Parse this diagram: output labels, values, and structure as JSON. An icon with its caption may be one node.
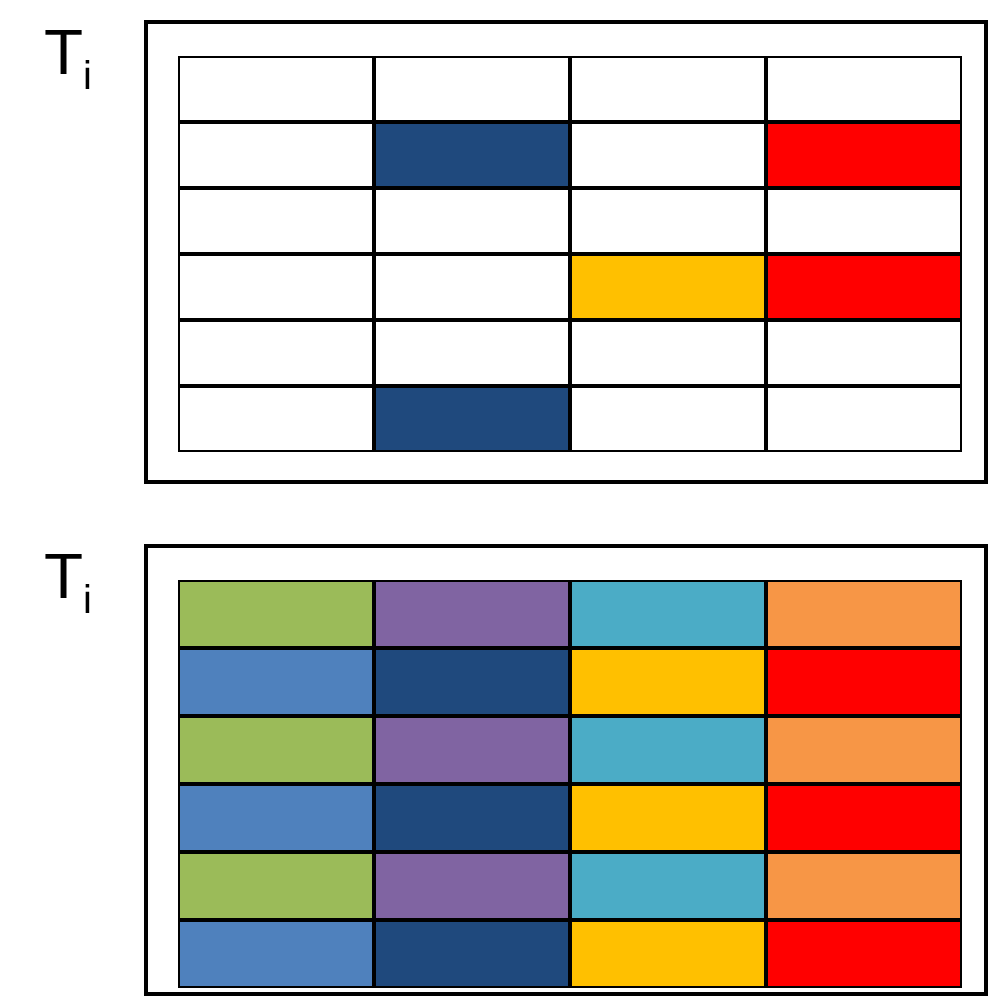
{
  "diagram": {
    "nodes": [
      {
        "text": [
          "T$_{i}$"
        ]
      },
      {
        "text": [],
        "shape": "box",
        "in": 0
      },
      {
        "text": [],
        "shape": "box",
        "in": 0
      },
      {
        "text": [],
        "shape": "box",
        "in": 0
      },
      {
        "text": [],
        "shape": "box",
        "in": 0
      },
      {
        "text": [],
        "shape": "box",
        "in": 0
      },
      {
        "text": [],
        "shape": "box",
        "in": 0
      },
      {
        "text": [],
        "shape": "box",
        "in": 0
      },
      {
        "text": [],
        "shape": "box",
        "in": 0
      },
      {
        "text": [],
        "shape": "box",
        "in": 0
      },
      {
        "text": [],
        "shape": "box",
        "in": 0
      },
      {
        "text": [],
        "shape": "box",
        "in": 0
      },
      {
        "text": [],
        "shape": "box",
        "in": 0
      },
      {
        "text": [],
        "shape": "box",
        "in": 0
      },
      {
        "text": [],
        "shape": "box",
        "in": 0
      },
      {
        "text": [],
        "shape": "box",
        "in": 0
      },
      {
        "text": [],
        "shape": "box",
        "in": 0
      },
      {
        "text": [],
        "shape": "box",
        "in": 0
      },
      {
        "text": [],
        "shape": "box",
        "in": 0
      },
      {
        "text": [],
        "shape": "box",
        "in": 0
      },
      {
        "text": [],
        "shape": "box",
        "in": 0
      },
      {
        "text": [],
        "shape": "box",
        "in": 0
      },
      {
        "text": [],
        "shape": "box",
        "in": 0
      },
      {
        "text": [],
        "shape": "box",
        "in": 0
      },
      {
        "text": [],
        "shape": "box",
        "in": 0
      },
      {
        "text": [
          "T$_{i}$"
        ]
      },
      {
        "text": [],
        "shape": "box",
        "in": 25
      },
      {
        "text": [],
        "shape": "box",
        "in": 25
      },
      {
        "text": [],
        "shape": "box",
        "in": 25
      },
      {
        "text": [],
        "shape": "box",
        "in": 25
      },
      {
        "text": [],
        "shape": "box",
        "in": 25
      },
      {
        "text": [],
        "shape": "box",
        "in": 25
      },
      {
        "text": [],
        "shape": "box",
        "in": 25
      },
      {
        "text": [],
        "shape": "box",
        "in": 25
      },
      {
        "text": [],
        "shape": "box",
        "in": 25
      },
      {
        "text": [],
        "shape": "box",
        "in": 25
      },
      {
        "text": [],
        "shape": "box",
        "in": 25
      },
      {
        "text": [],
        "shape": "box",
        "in": 25
      },
      {
        "text": [],
        "shape": "box",
        "in": 25
      },
      {
        "text": [],
        "shape": "box",
        "in": 25
      },
      {
        "text": [],
        "shape": "box",
        "in": 25
      },
      {
        "text": [],
        "shape": "box",
        "in": 25
      },
      {
        "text": [],
        "shape": "box",
        "in": 25
      },
      {
        "text": [],
        "shape": "box",
        "in": 25
      },
      {
        "text": [],
        "shape": "box",
        "in": 25
      },
      {
        "text": [],
        "shape": "box",
        "in": 25
      },
      {
        "text": [],
        "shape": "box",
        "in": 25
      },
      {
        "text": [],
        "shape": "box",
        "in": 25
      },
      {
        "text": [],
        "shape": "box",
        "in": 25
      },
      {
        "text": [],
        "shape": "box",
        "in": 25
      }
    ],
    "edges": []
  }
}
